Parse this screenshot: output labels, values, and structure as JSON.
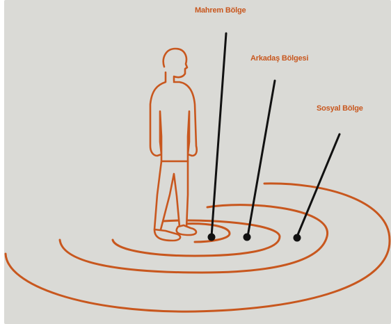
{
  "zones": [
    {
      "id": "intimate",
      "label": "Mahrem Bölge"
    },
    {
      "id": "friend",
      "label": "Arkadaş Bölgesi"
    },
    {
      "id": "social",
      "label": "Sosyal Bölge"
    }
  ],
  "colors": {
    "background": "#dadad6",
    "outer_frame": "#ffffff",
    "spiral": "#c8571e",
    "figure_stroke": "#c8571e",
    "figure_fill": "#dadad6",
    "pointer": "#111111",
    "label": "#c8571e"
  },
  "icons": {
    "person": "standing-person-outline",
    "zone_marker": "filled-dot"
  }
}
